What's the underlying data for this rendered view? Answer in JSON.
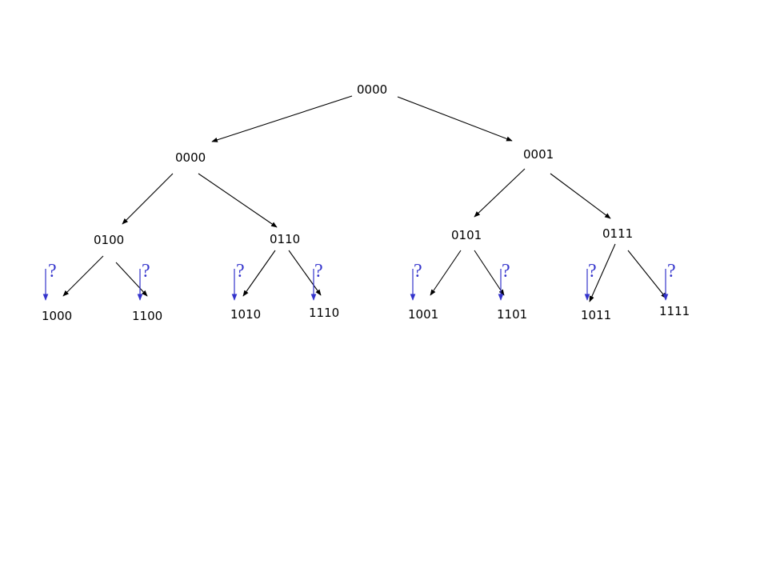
{
  "tree": {
    "root": {
      "id": "root",
      "label": "0000"
    },
    "level1": [
      {
        "id": "l1-left",
        "label": "0000"
      },
      {
        "id": "l1-right",
        "label": "0001"
      }
    ],
    "level2": [
      {
        "id": "l2-1",
        "label": "0100"
      },
      {
        "id": "l2-2",
        "label": "0110"
      },
      {
        "id": "l2-3",
        "label": "0101"
      },
      {
        "id": "l2-4",
        "label": "0111"
      }
    ],
    "leaves": [
      {
        "id": "leaf-1",
        "label": "1000"
      },
      {
        "id": "leaf-2",
        "label": "1100"
      },
      {
        "id": "leaf-3",
        "label": "1010"
      },
      {
        "id": "leaf-4",
        "label": "1110"
      },
      {
        "id": "leaf-5",
        "label": "1001"
      },
      {
        "id": "leaf-6",
        "label": "1101"
      },
      {
        "id": "leaf-7",
        "label": "1011"
      },
      {
        "id": "leaf-8",
        "label": "1111"
      }
    ],
    "question_marks": [
      "?",
      "?",
      "?",
      "?",
      "?",
      "?",
      "?",
      "?"
    ]
  },
  "colors": {
    "edge": "#000000",
    "question": "#3333cc",
    "background": "#ffffff"
  }
}
